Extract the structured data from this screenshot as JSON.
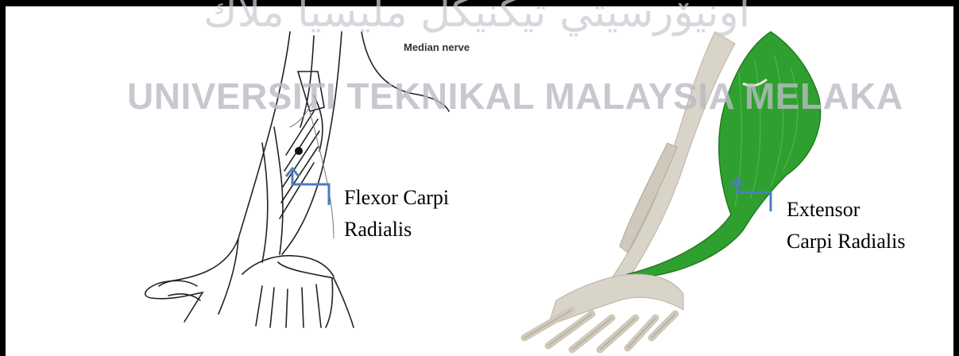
{
  "watermark": {
    "arabic": "اونيۆرسيتي تيكنيكل مليسيا ملاك",
    "latin": "UNIVERSITI TEKNIKAL MALAYSIA MELAKA"
  },
  "figure": {
    "nerve_label": "Median nerve",
    "left_muscle": {
      "line1": "Flexor Carpi",
      "line2": "Radialis"
    },
    "right_muscle": {
      "line1": "Extensor",
      "line2": "Carpi Radialis"
    },
    "colors": {
      "muscle_green": "#2fa02f",
      "pointer_blue": "#4a7ec2",
      "bone": "#d9d4c8"
    }
  }
}
